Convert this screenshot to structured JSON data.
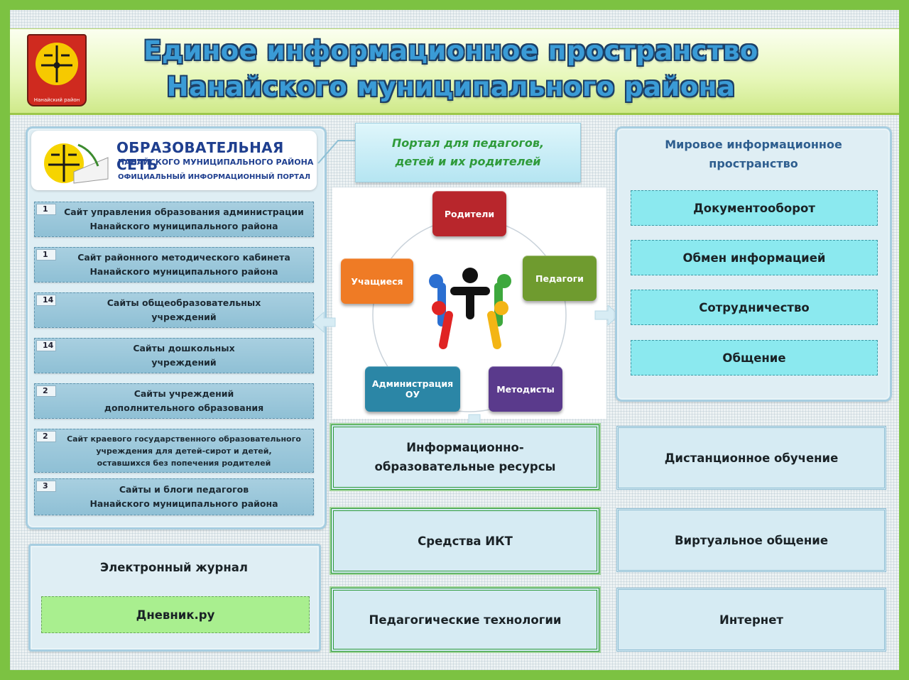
{
  "header": {
    "title_line1": "Единое информационное пространство",
    "title_line2": "Нанайского муниципального района",
    "emblem_label": "Нанайский район"
  },
  "network": {
    "logo_title": "ОБРАЗОВАТЕЛЬНАЯ СЕТЬ",
    "logo_sub1": "НАНАЙСКОГО МУНИЦИПАЛЬНОГО РАЙОНА",
    "logo_sub2": "ОФИЦИАЛЬНЫЙ ИНФОРМАЦИОННЫЙ ПОРТАЛ",
    "items": [
      {
        "num": "1",
        "text": "Сайт управления образования администрации\nНанайского муниципального района"
      },
      {
        "num": "1",
        "text": "Сайт районного методического кабинета\nНанайского муниципального района"
      },
      {
        "num": "14",
        "text": "Сайты общеобразовательных\nучреждений"
      },
      {
        "num": "14",
        "text": "Сайты дошкольных\nучреждений"
      },
      {
        "num": "2",
        "text": "Сайты учреждений\nдополнительного образования"
      },
      {
        "num": "2",
        "text": "Сайт краевого государственного образовательного\nучреждения для детей-сирот и детей,\nоставшихся без попечения родителей"
      },
      {
        "num": "3",
        "text": "Сайты и блоги педагогов\nНанайского муниципального района"
      }
    ]
  },
  "portal": {
    "text": "Портал для педагогов,\nдетей и их родителей"
  },
  "cycle": {
    "nodes": [
      {
        "label": "Родители",
        "color": "#b8262c"
      },
      {
        "label": "Педагоги",
        "color": "#6f9b2f"
      },
      {
        "label": "Методисты",
        "color": "#5a3a8c"
      },
      {
        "label": "Администрация ОУ",
        "color": "#2b86a6"
      },
      {
        "label": "Учащиеся",
        "color": "#ef7b25"
      }
    ]
  },
  "world": {
    "title": "Мировое информационное\nпространство",
    "items": [
      "Документооборот",
      "Обмен информацией",
      "Сотрудничество",
      "Общение"
    ]
  },
  "resources": {
    "left": [
      "Информационно-\nобразовательные ресурсы",
      "Средства ИКТ",
      "Педагогические технологии"
    ],
    "right": [
      "Дистанционное обучение",
      "Виртуальное общение",
      "Интернет"
    ]
  },
  "journal": {
    "title": "Электронный журнал",
    "link": "Дневник.ру"
  }
}
